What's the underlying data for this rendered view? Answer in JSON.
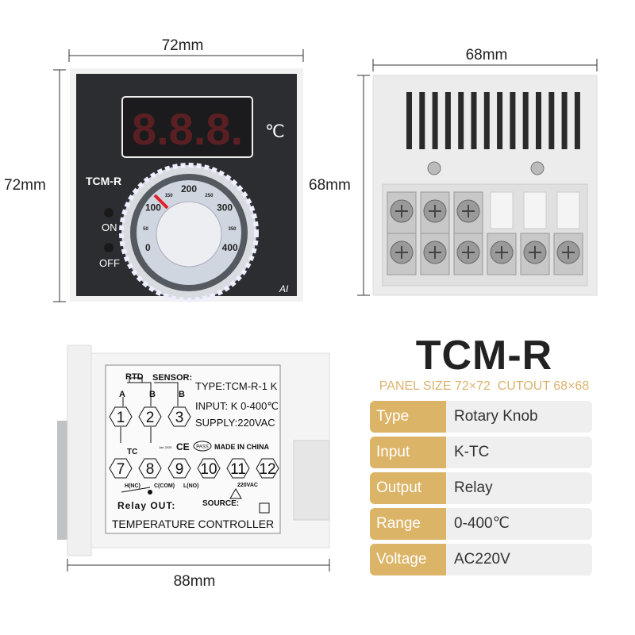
{
  "dimensions": {
    "front_width": "72mm",
    "front_height": "72mm",
    "back_width": "68mm",
    "back_height": "68mm",
    "side_depth": "88mm"
  },
  "front_panel": {
    "display": "8.8.8.",
    "unit": "℃",
    "model": "TCM-R",
    "on_label": "ON",
    "off_label": "OFF",
    "brand": "AI",
    "dial_scale": [
      "0",
      "50",
      "100",
      "150",
      "200",
      "250",
      "300",
      "350",
      "400"
    ]
  },
  "side_label": {
    "rtd": "RTD",
    "sensor": "SENSOR:",
    "type": "TYPE:TCM-R-1 K",
    "input": "INPUT: K 0-400℃",
    "supply": "SUPPLY:220VAC",
    "tc": "TC",
    "made_in": "MADE IN CHINA",
    "ce": "CE",
    "pass": "PASS",
    "date": "Jan 2025",
    "terminals_top": [
      "1",
      "2",
      "3"
    ],
    "terminals_bottom": [
      "7",
      "8",
      "9",
      "10",
      "11",
      "12"
    ],
    "sensor_pins": [
      "A",
      "B",
      "B"
    ],
    "relay_pins": [
      "H(NC)",
      "C(COM)",
      "L(NO)"
    ],
    "source_voltage": "220VAC",
    "relay_out": "Relay OUT:",
    "source": "SOURCE:",
    "footer": "TEMPERATURE CONTROLLER"
  },
  "product": {
    "title": "TCM-R",
    "subtitle": "PANEL SIZE 72×72  CUTOUT 68×68",
    "specs": [
      {
        "label": "Type",
        "value": "Rotary Knob"
      },
      {
        "label": "Input",
        "value": "K-TC"
      },
      {
        "label": "Output",
        "value": "Relay"
      },
      {
        "label": "Range",
        "value": "0-400℃"
      },
      {
        "label": "Voltage",
        "value": "AC220V"
      }
    ]
  },
  "colors": {
    "accent": "#dcb467",
    "subtitle": "#dcb36e",
    "panel": "#2b2d31",
    "pointer": "#e0202a"
  }
}
